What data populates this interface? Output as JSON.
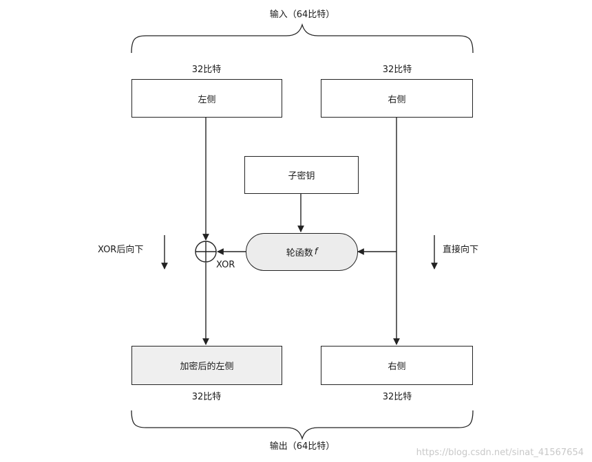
{
  "input_label": "输入（64比特）",
  "output_label": "输出（64比特）",
  "left_top_bits": "32比特",
  "right_top_bits": "32比特",
  "left_bottom_bits": "32比特",
  "right_bottom_bits": "32比特",
  "left_box_label": "左侧",
  "right_box_label": "右侧",
  "subkey_label": "子密钥",
  "round_function_label": "轮函数",
  "round_function_var": "f",
  "xor_label": "XOR",
  "xor_direction_label": "XOR后向下",
  "straight_direction_label": "直接向下",
  "encrypted_left_label": "加密后的左侧",
  "output_right_label": "右侧",
  "watermark": "https://blog.csdn.net/sinat_41567654",
  "colors": {
    "stroke": "#222222",
    "shaded_fill": "#ececec",
    "watermark": "#c8c8c8"
  }
}
